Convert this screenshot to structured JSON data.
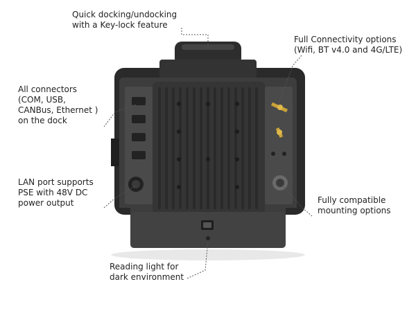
{
  "callouts": {
    "docking": "Quick docking/undocking\nwith a Key-lock feature",
    "connectivity": "Full Connectivity options\n(Wifi, BT v4.0 and 4G/LTE)",
    "connectors": "All connectors\n(COM, USB,\nCANBus, Ethernet )\non the dock",
    "lan": "LAN port supports\nPSE with 48V DC\npower output",
    "mounting": "Fully compatible\nmounting options",
    "reading_light": "Reading light for\ndark environment"
  },
  "colors": {
    "body": "#3d3d3d",
    "body_dark": "#2b2b2b",
    "panel": "#4a4a4a",
    "heatsink": "#353535",
    "fin": "#2a2a2a",
    "antenna_gold": "#c8a23a",
    "leader": "#555555"
  },
  "icons": {
    "handle": "handle-icon",
    "antenna": "antenna-connector-icon",
    "switch": "rocker-switch-icon",
    "lan": "lan-port-icon"
  }
}
